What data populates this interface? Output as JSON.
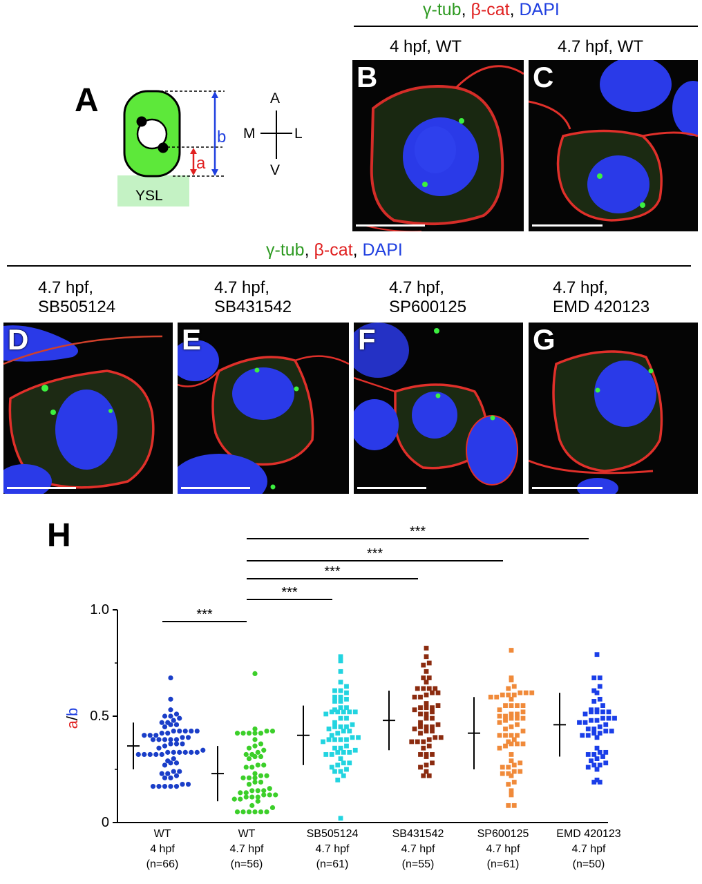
{
  "stain_header_top": {
    "gtub": "γ-tub",
    "sep1": ", ",
    "bcat": "β-cat",
    "sep2": ", ",
    "dapi": "DAPI"
  },
  "stain_header_mid": {
    "gtub": "γ-tub",
    "sep1": ", ",
    "bcat": "β-cat",
    "sep2": ", ",
    "dapi": "DAPI"
  },
  "panel_a": {
    "letter": "A",
    "ysl": "YSL",
    "a_label": "a",
    "b_label": "b",
    "axis": {
      "top": "A",
      "bottom": "V",
      "left": "M",
      "right": "L"
    }
  },
  "panels": [
    {
      "letter": "B",
      "title_l1": "4 hpf, WT",
      "title_l2": ""
    },
    {
      "letter": "C",
      "title_l1": "4.7 hpf, WT",
      "title_l2": ""
    },
    {
      "letter": "D",
      "title_l1": "4.7 hpf,",
      "title_l2": "SB505124"
    },
    {
      "letter": "E",
      "title_l1": "4.7 hpf,",
      "title_l2": "SB431542"
    },
    {
      "letter": "F",
      "title_l1": "4.7 hpf,",
      "title_l2": "SP600125"
    },
    {
      "letter": "G",
      "title_l1": "4.7 hpf,",
      "title_l2": "EMD 420123"
    }
  ],
  "panel_h": {
    "letter": "H"
  },
  "colors": {
    "a_red": "#e02020",
    "b_blue": "#2040e0",
    "cell_green": "#5de83a",
    "ysl_green": "#c4f2c4"
  },
  "chart_data": {
    "type": "scatter",
    "ylabel": {
      "a": "a",
      "slash": "/",
      "b": "b"
    },
    "ylim": [
      0,
      1.0
    ],
    "yticks": [
      "0",
      "0.5",
      "1.0"
    ],
    "categories": [
      {
        "l1": "WT",
        "l2": "4 hpf",
        "l3": "(n=66)"
      },
      {
        "l1": "WT",
        "l2": "4.7 hpf",
        "l3": "(n=56)"
      },
      {
        "l1": "SB505124",
        "l2": "4.7 hpf",
        "l3": "(n=61)"
      },
      {
        "l1": "SB431542",
        "l2": "4.7 hpf",
        "l3": "(n=55)"
      },
      {
        "l1": "SP600125",
        "l2": "4.7 hpf",
        "l3": "(n=61)"
      },
      {
        "l1": "EMD 420123",
        "l2": "4.7 hpf",
        "l3": "(n=50)"
      }
    ],
    "series": [
      {
        "color": "#1a3ec8",
        "marker": "circle",
        "n": 66,
        "mean": 0.36,
        "sd": 0.11,
        "min": 0.17,
        "max": 0.68
      },
      {
        "color": "#3ccf2a",
        "marker": "circle",
        "n": 56,
        "mean": 0.23,
        "sd": 0.13,
        "min": 0.05,
        "max": 0.7
      },
      {
        "color": "#22d4e0",
        "marker": "square",
        "n": 61,
        "mean": 0.41,
        "sd": 0.14,
        "min": 0.02,
        "max": 0.78
      },
      {
        "color": "#8b2b0f",
        "marker": "square",
        "n": 55,
        "mean": 0.48,
        "sd": 0.14,
        "min": 0.22,
        "max": 0.82
      },
      {
        "color": "#f08a3a",
        "marker": "square",
        "n": 61,
        "mean": 0.42,
        "sd": 0.17,
        "min": 0.08,
        "max": 0.81
      },
      {
        "color": "#1a3ee8",
        "marker": "square",
        "n": 50,
        "mean": 0.46,
        "sd": 0.15,
        "min": 0.19,
        "max": 0.79
      }
    ],
    "significance": [
      {
        "from": 0,
        "to": 1,
        "label": "***"
      },
      {
        "from": 1,
        "to": 2,
        "label": "***"
      },
      {
        "from": 1,
        "to": 3,
        "label": "***"
      },
      {
        "from": 1,
        "to": 4,
        "label": "***"
      },
      {
        "from": 1,
        "to": 5,
        "label": "***"
      }
    ]
  }
}
